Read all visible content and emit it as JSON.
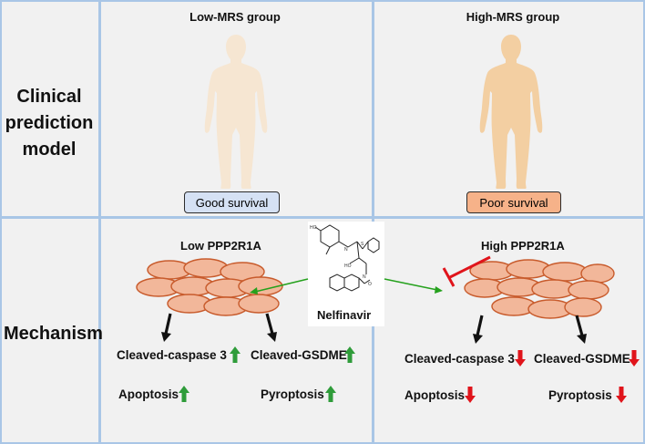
{
  "row_labels": {
    "clinical": "Clinical\nprediction\nmodel",
    "mechanism": "Mechanism"
  },
  "columns": {
    "low_group": "Low-MRS group",
    "high_group": "High-MRS group"
  },
  "survival": {
    "good": "Good survival",
    "poor": "Poor survival",
    "good_color": "#d5e1f4",
    "poor_color": "#f6b289"
  },
  "mechanism": {
    "low_ppp": "Low PPP2R1A",
    "high_ppp": "High PPP2R1A",
    "drug": "Nelfinavir",
    "low_caspase": "Cleaved-caspase 3",
    "low_gsdme": "Cleaved-GSDME",
    "low_apoptosis": "Apoptosis",
    "low_pyroptosis": "Pyroptosis",
    "high_caspase": "Cleaved-caspase 3",
    "high_gsdme": "Cleaved-GSDME",
    "high_apoptosis": "Apoptosis",
    "high_pyroptosis": "Pyroptosis"
  },
  "colors": {
    "up_arrow": "#2f9c3a",
    "down_arrow": "#e0141b",
    "drug_arrow": "#25a11d",
    "inhibit": "#e0141b",
    "cell_fill": "#f2b79a",
    "cell_stroke": "#c85b2c",
    "body_low": "#f6e6d2",
    "body_high": "#f3cfa2",
    "grid": "#a9c6e6"
  },
  "icons": [
    "human-silhouette-icon",
    "tumor-cells-icon",
    "molecule-structure-icon",
    "up-arrow-icon",
    "down-arrow-icon",
    "inhibition-icon"
  ]
}
